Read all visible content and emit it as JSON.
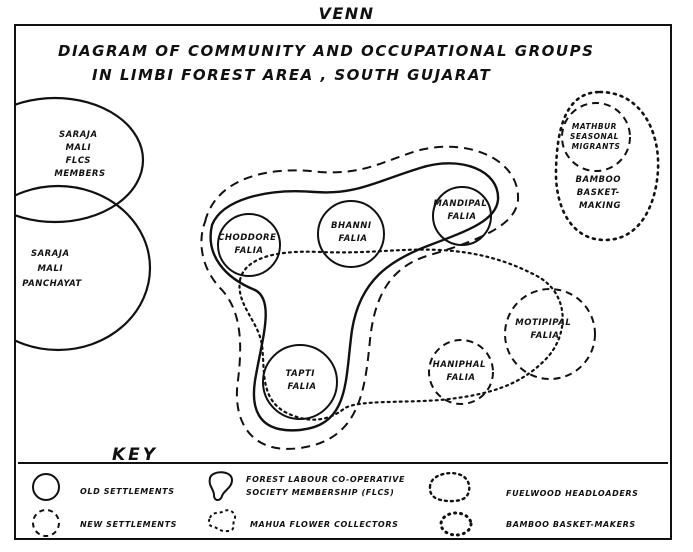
{
  "title": {
    "line0": "VENN",
    "line1": "DIAGRAM  OF  COMMUNITY    AND  OCCUPATIONAL  GROUPS",
    "line2": "IN  LIMBI  FOREST  AREA ,   SOUTH  GUJARAT"
  },
  "nodes": {
    "saraja_mali_flcs": [
      "SARAJA",
      "MALI",
      "FLCS",
      "MEMBERS"
    ],
    "saraja_mali_panchayat": [
      "SARAJA",
      "MALI",
      "PANCHAYAT"
    ],
    "choddore_falia": [
      "CHODDORE",
      "FALIA"
    ],
    "bhanni_falia": [
      "BHANNI",
      "FALIA"
    ],
    "mandipal_falia": [
      "MANDIPAL",
      "FALIA"
    ],
    "tapti_falia": [
      "TAPTI",
      "FALIA"
    ],
    "haniphal_falia": [
      "HANIPHAL",
      "FALIA"
    ],
    "motipipal_falia": [
      "MOTIPIPAL",
      "FALIA"
    ],
    "mathbur_seasonal_migrants": [
      "MATHBUR",
      "SEASONAL",
      "MIGRANTS"
    ],
    "bamboo_basket_making": [
      "BAMBOO",
      "BASKET-",
      "MAKING"
    ]
  },
  "key": {
    "title": "KEY",
    "old_settlements": "OLD SETTLEMENTS",
    "new_settlements": "NEW SETTLEMENTS",
    "flcs_line1": "FOREST LABOUR  CO-OPERATIVE",
    "flcs_line2": "SOCIETY MEMBERSHIP (FLCS)",
    "mahua": "MAHUA  FLOWER  COLLECTORS",
    "fuelwood": "FUELWOOD HEADLOADERS",
    "bamboo": "BAMBOO BASKET-MAKERS"
  }
}
